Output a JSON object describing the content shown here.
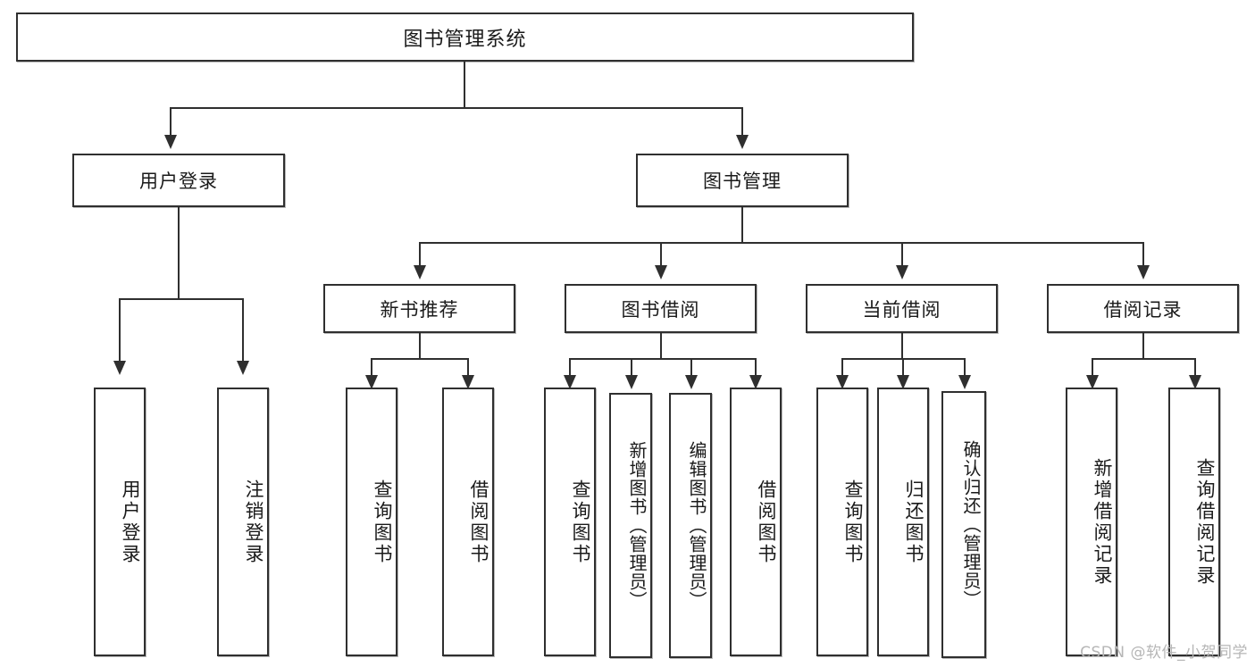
{
  "diagram": {
    "title": "图书管理系统",
    "type": "tree",
    "background_color": "#ffffff",
    "line_color": "#2f2f2f",
    "box_fill": "#ffffff",
    "root": {
      "id": "root",
      "label": "图书管理系统",
      "orientation": "horizontal"
    },
    "level1": [
      {
        "id": "user-login",
        "label": "用户登录",
        "orientation": "horizontal"
      },
      {
        "id": "book-manage",
        "label": "图书管理",
        "orientation": "horizontal"
      }
    ],
    "level2": [
      {
        "id": "new-book-rec",
        "label": "新书推荐",
        "orientation": "horizontal",
        "parent": "book-manage"
      },
      {
        "id": "book-borrow",
        "label": "图书借阅",
        "orientation": "horizontal",
        "parent": "book-manage"
      },
      {
        "id": "current-borrow",
        "label": "当前借阅",
        "orientation": "horizontal",
        "parent": "book-manage"
      },
      {
        "id": "borrow-record",
        "label": "借阅记录",
        "orientation": "horizontal",
        "parent": "book-manage"
      }
    ],
    "leaves": [
      {
        "id": "leaf-user-login",
        "label": "用户登录",
        "orientation": "vertical",
        "parent": "user-login"
      },
      {
        "id": "leaf-logout",
        "label": "注销登录",
        "orientation": "vertical",
        "parent": "user-login"
      },
      {
        "id": "leaf-query-book-1",
        "label": "查询图书",
        "orientation": "vertical",
        "parent": "new-book-rec"
      },
      {
        "id": "leaf-borrow-book-1",
        "label": "借阅图书",
        "orientation": "vertical",
        "parent": "new-book-rec"
      },
      {
        "id": "leaf-query-book-2",
        "label": "查询图书",
        "orientation": "vertical",
        "parent": "book-borrow"
      },
      {
        "id": "leaf-add-book",
        "label": "新增图书（管理员）",
        "orientation": "vertical",
        "parent": "book-borrow"
      },
      {
        "id": "leaf-edit-book",
        "label": "编辑图书（管理员）",
        "orientation": "vertical",
        "parent": "book-borrow"
      },
      {
        "id": "leaf-borrow-book-2",
        "label": "借阅图书",
        "orientation": "vertical",
        "parent": "book-borrow"
      },
      {
        "id": "leaf-query-book-3",
        "label": "查询图书",
        "orientation": "vertical",
        "parent": "current-borrow"
      },
      {
        "id": "leaf-return-book",
        "label": "归还图书",
        "orientation": "vertical",
        "parent": "current-borrow"
      },
      {
        "id": "leaf-confirm-return",
        "label": "确认归还（管理员）",
        "orientation": "vertical",
        "parent": "current-borrow"
      },
      {
        "id": "leaf-add-record",
        "label": "新增借阅记录",
        "orientation": "vertical",
        "parent": "borrow-record"
      },
      {
        "id": "leaf-query-record",
        "label": "查询借阅记录",
        "orientation": "vertical",
        "parent": "borrow-record"
      }
    ]
  },
  "watermark": {
    "text": "CSDN @软件_小贺同学"
  }
}
